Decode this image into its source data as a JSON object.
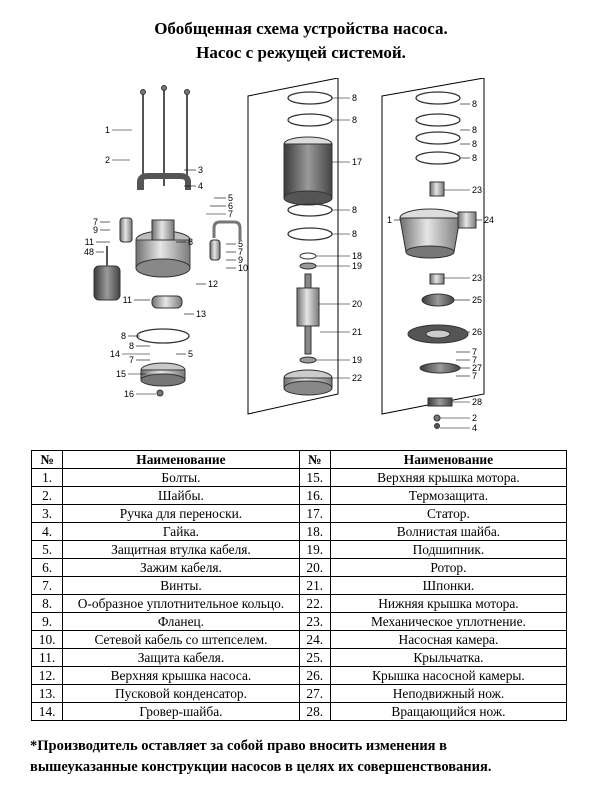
{
  "page": {
    "title_line1": "Обобщенная схема устройства насоса.",
    "title_line2": "Насос с режущей системой."
  },
  "diagram": {
    "callouts_left": [
      "1",
      "2",
      "3",
      "4",
      "5",
      "6",
      "7",
      "7",
      "9",
      "11",
      "48",
      "8",
      "12",
      "5",
      "7",
      "9",
      "10",
      "11",
      "13",
      "8",
      "8",
      "14",
      "5",
      "7",
      "15",
      "16"
    ],
    "callouts_middle": [
      "8",
      "8",
      "17",
      "8",
      "8",
      "18",
      "19",
      "20",
      "21",
      "19",
      "22"
    ],
    "callouts_right": [
      "8",
      "8",
      "8",
      "8",
      "23",
      "1",
      "24",
      "23",
      "25",
      "26",
      "7",
      "7",
      "27",
      "7",
      "28",
      "2",
      "4"
    ]
  },
  "table": {
    "header": {
      "num": "№",
      "name": "Наименование"
    },
    "rows": [
      {
        "n1": "1.",
        "name1": "Болты.",
        "n2": "15.",
        "name2": "Верхняя крышка мотора."
      },
      {
        "n1": "2.",
        "name1": "Шайбы.",
        "n2": "16.",
        "name2": "Термозащита."
      },
      {
        "n1": "3.",
        "name1": "Ручка для переноски.",
        "n2": "17.",
        "name2": "Статор."
      },
      {
        "n1": "4.",
        "name1": "Гайка.",
        "n2": "18.",
        "name2": "Волнистая шайба."
      },
      {
        "n1": "5.",
        "name1": "Защитная втулка кабеля.",
        "n2": "19.",
        "name2": "Подшипник."
      },
      {
        "n1": "6.",
        "name1": "Зажим кабеля.",
        "n2": "20.",
        "name2": "Ротор."
      },
      {
        "n1": "7.",
        "name1": "Винты.",
        "n2": "21.",
        "name2": "Шпонки."
      },
      {
        "n1": "8.",
        "name1": "О-образное уплотнительное кольцо.",
        "n2": "22.",
        "name2": "Нижняя крышка мотора."
      },
      {
        "n1": "9.",
        "name1": "Фланец.",
        "n2": "23.",
        "name2": "Механическое уплотнение."
      },
      {
        "n1": "10.",
        "name1": "Сетевой кабель со штепселем.",
        "n2": "24.",
        "name2": "Насосная камера."
      },
      {
        "n1": "11.",
        "name1": "Защита кабеля.",
        "n2": "25.",
        "name2": "Крыльчатка."
      },
      {
        "n1": "12.",
        "name1": "Верхняя крышка насоса.",
        "n2": "26.",
        "name2": "Крышка насосной камеры."
      },
      {
        "n1": "13.",
        "name1": "Пусковой конденсатор.",
        "n2": "27.",
        "name2": "Неподвижный нож."
      },
      {
        "n1": "14.",
        "name1": "Гровер-шайба.",
        "n2": "28.",
        "name2": "Вращающийся нож."
      }
    ]
  },
  "footnote": {
    "line1": "*Производитель оставляет за собой право вносить изменения в",
    "line2": "вышеуказанные конструкции насосов в целях их совершенствования."
  }
}
